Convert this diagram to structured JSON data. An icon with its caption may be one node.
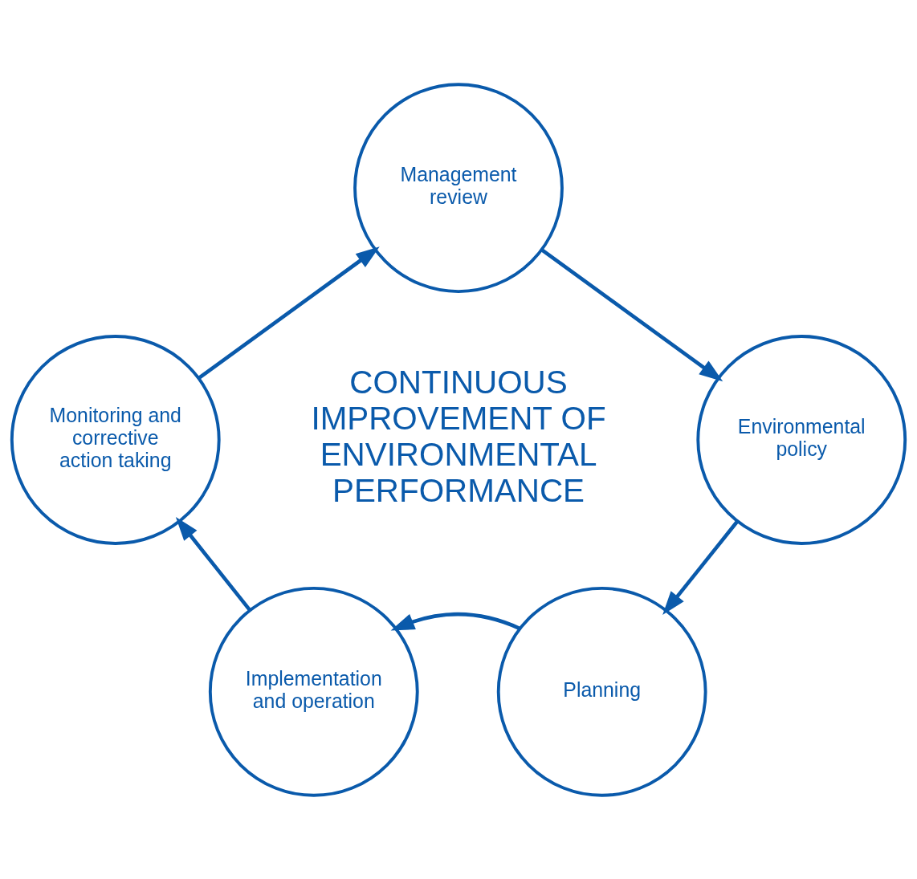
{
  "diagram": {
    "nodes": [
      {
        "text": [
          "Management review"
        ]
      },
      {
        "text": [
          "Environmental policy"
        ]
      },
      {
        "text": [
          "Planning"
        ]
      },
      {
        "text": [
          "Implementation and operation"
        ]
      },
      {
        "text": [
          "Monitoring and corrective action taking"
        ]
      }
    ],
    "edges": [
      {
        "from": 0,
        "to": 1,
        "arrow": "to"
      },
      {
        "from": 1,
        "to": 2,
        "arrow": "to"
      },
      {
        "from": 2,
        "to": 3,
        "arrow": "to"
      },
      {
        "from": 3,
        "to": 4,
        "arrow": "to"
      },
      {
        "from": 4,
        "to": 0,
        "arrow": "to"
      }
    ],
    "labels": [
      "CONTINUOUS IMPROVEMENT OF ENVIRONMENTAL PERFORMANCE"
    ]
  }
}
